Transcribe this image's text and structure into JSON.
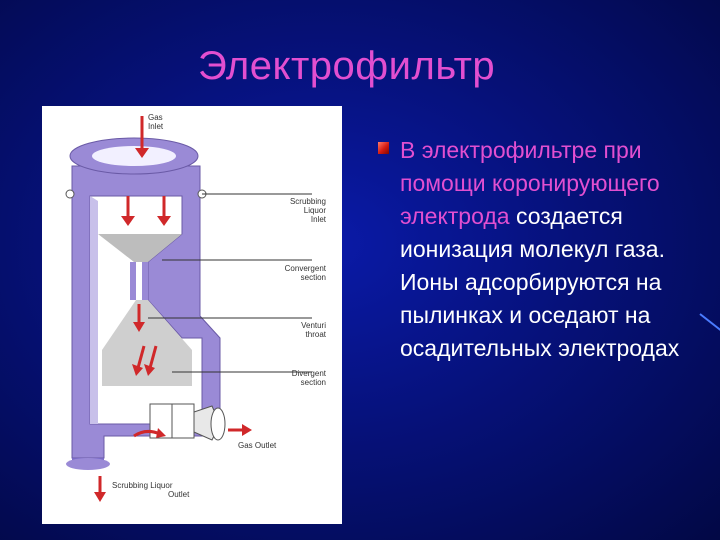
{
  "slide": {
    "title": "Электрофильтр",
    "bullet": {
      "highlight": "В электрофильтре при помощи коронирующего электрода",
      "rest": " создается ионизация молекул газа. Ионы адсорбируются на пылинках и оседают на осадительных электродах"
    }
  },
  "figure": {
    "labels": {
      "gas_inlet": [
        "Gas",
        "Inlet"
      ],
      "scrubbing_liquor_inlet": [
        "Scrubbing",
        "Liquor",
        "Inlet"
      ],
      "convergent_section": [
        "Convergent",
        "section"
      ],
      "venturi_throat": [
        "Venturi",
        "throat"
      ],
      "divergent_section": [
        "Divergent",
        "section"
      ],
      "gas_outlet": "Gas Outlet",
      "scrubbing_liquor_outlet": [
        "Scrubbing Liquor",
        "Outlet"
      ]
    }
  },
  "colors": {
    "title": "#e24fd0",
    "highlight": "#e24fd0",
    "body_text": "#ffffff",
    "vessel": "#9a8ad6",
    "arrow": "#d0282a"
  }
}
